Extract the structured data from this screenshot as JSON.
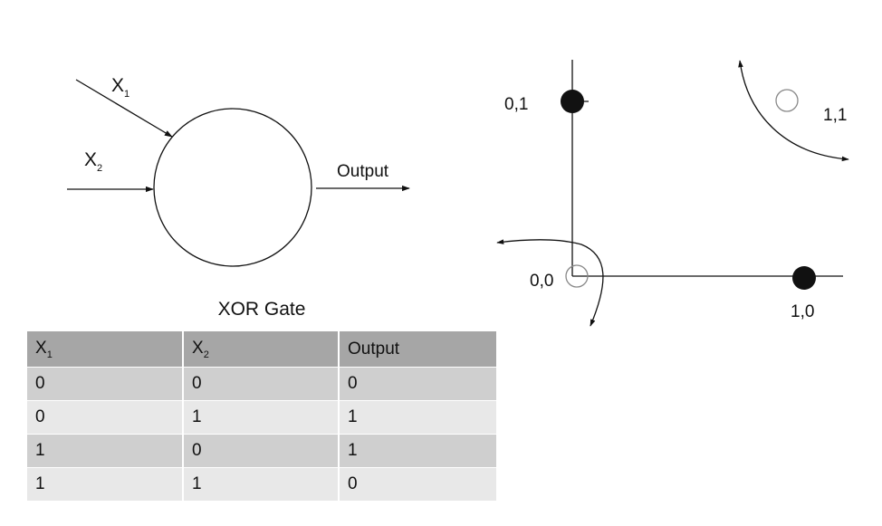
{
  "neuron": {
    "input1_label": "X",
    "input1_sub": "1",
    "input2_label": "X",
    "input2_sub": "2",
    "output_label": "Output"
  },
  "table": {
    "title": "XOR Gate",
    "headers": [
      {
        "text": "X",
        "sub": "1"
      },
      {
        "text": "X",
        "sub": "2"
      },
      {
        "text": "Output",
        "sub": ""
      }
    ],
    "rows": [
      [
        "0",
        "0",
        "0"
      ],
      [
        "0",
        "1",
        "1"
      ],
      [
        "1",
        "0",
        "1"
      ],
      [
        "1",
        "1",
        "0"
      ]
    ]
  },
  "plot": {
    "points": [
      {
        "label": "0,0",
        "x": 0,
        "y": 0,
        "filled": false
      },
      {
        "label": "0,1",
        "x": 0,
        "y": 1,
        "filled": true
      },
      {
        "label": "1,0",
        "x": 1,
        "y": 0,
        "filled": true
      },
      {
        "label": "1,1",
        "x": 1,
        "y": 1,
        "filled": false
      }
    ]
  },
  "colors": {
    "filled_point": "#111111",
    "open_point_stroke": "#888888",
    "line": "#111111",
    "header_bg": "#a6a6a6",
    "row_dark": "#cfcfcf",
    "row_light": "#e8e8e8"
  }
}
